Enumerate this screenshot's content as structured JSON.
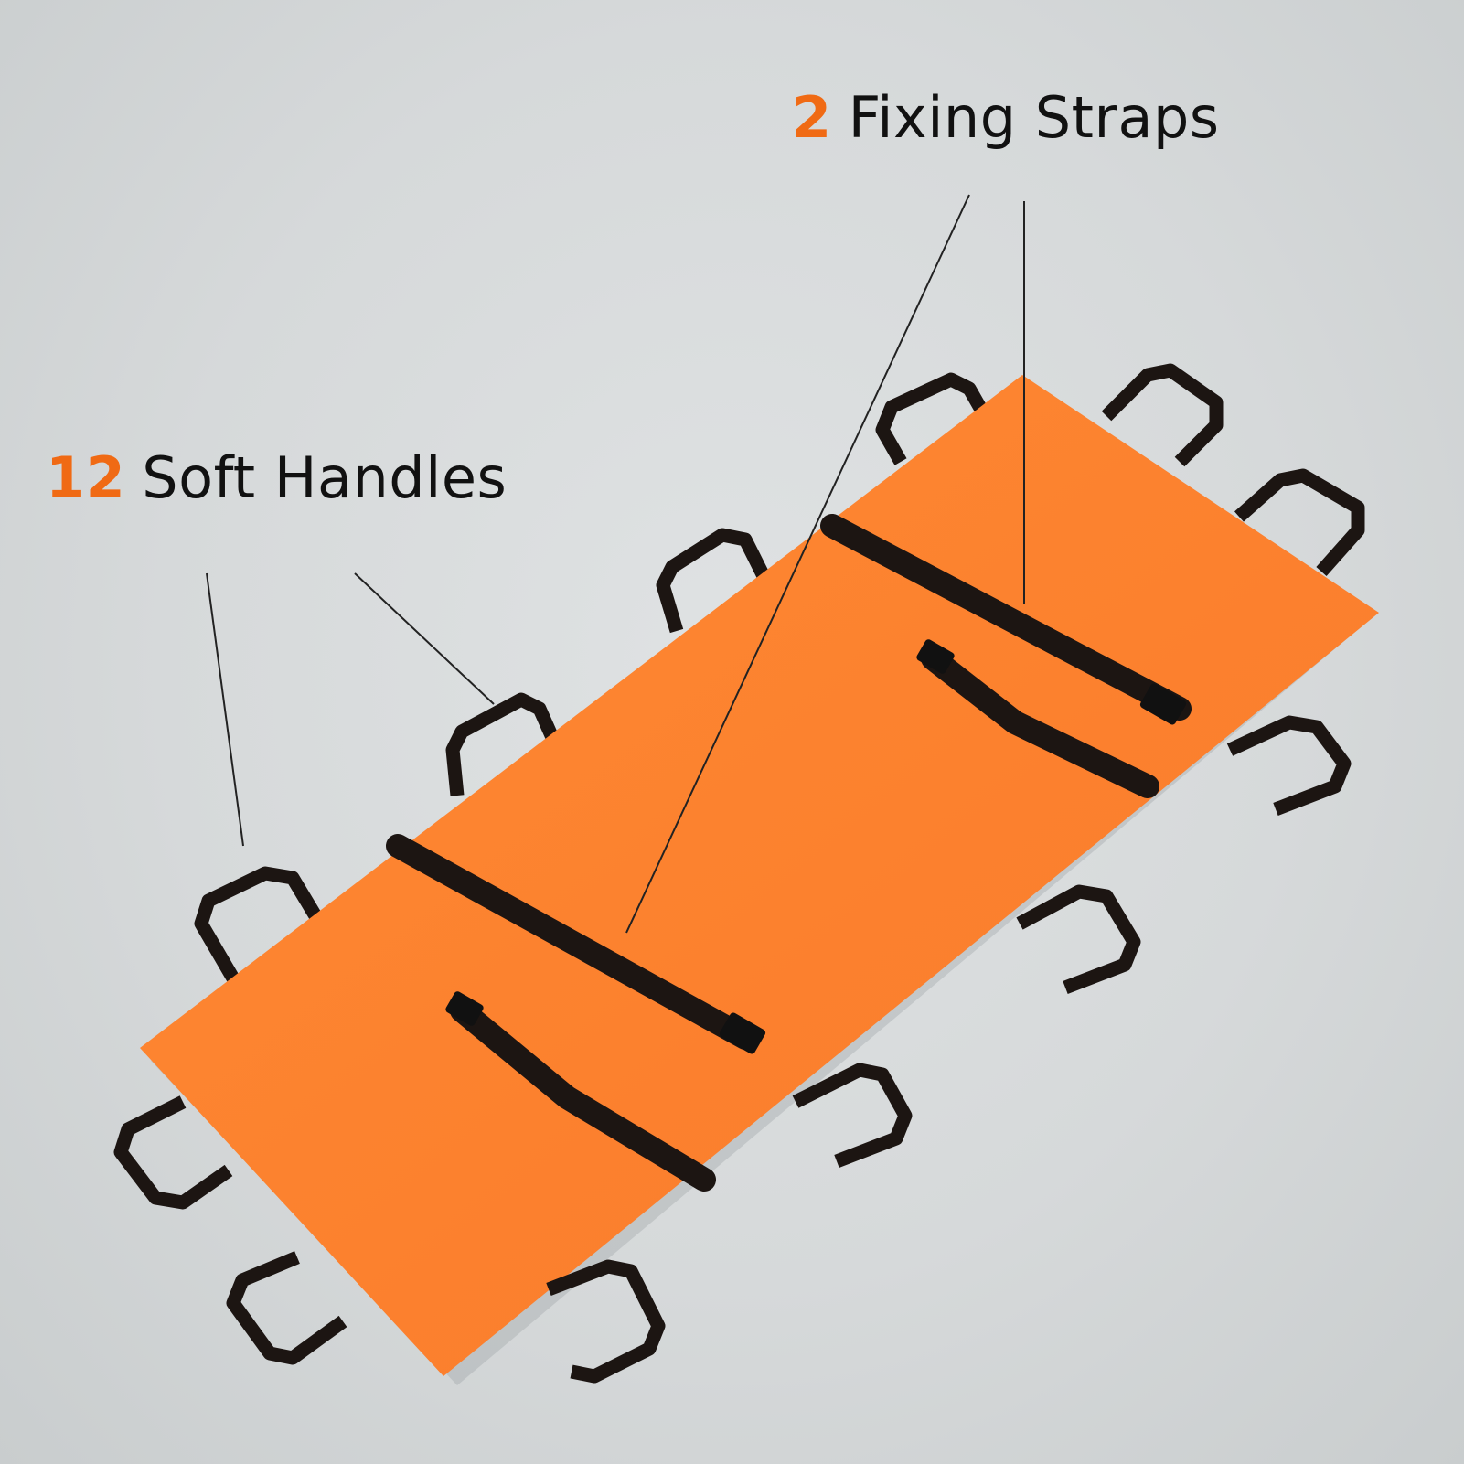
{
  "colors": {
    "background": "#d8dbdc",
    "stretcher": "#ff7f2a",
    "strap": "#1a1412",
    "accent_number": "#f06a14",
    "text": "#111111"
  },
  "callouts": {
    "handles": {
      "number": "12",
      "label": "Soft Handles"
    },
    "straps": {
      "number": "2",
      "label": "Fixing Straps"
    }
  }
}
